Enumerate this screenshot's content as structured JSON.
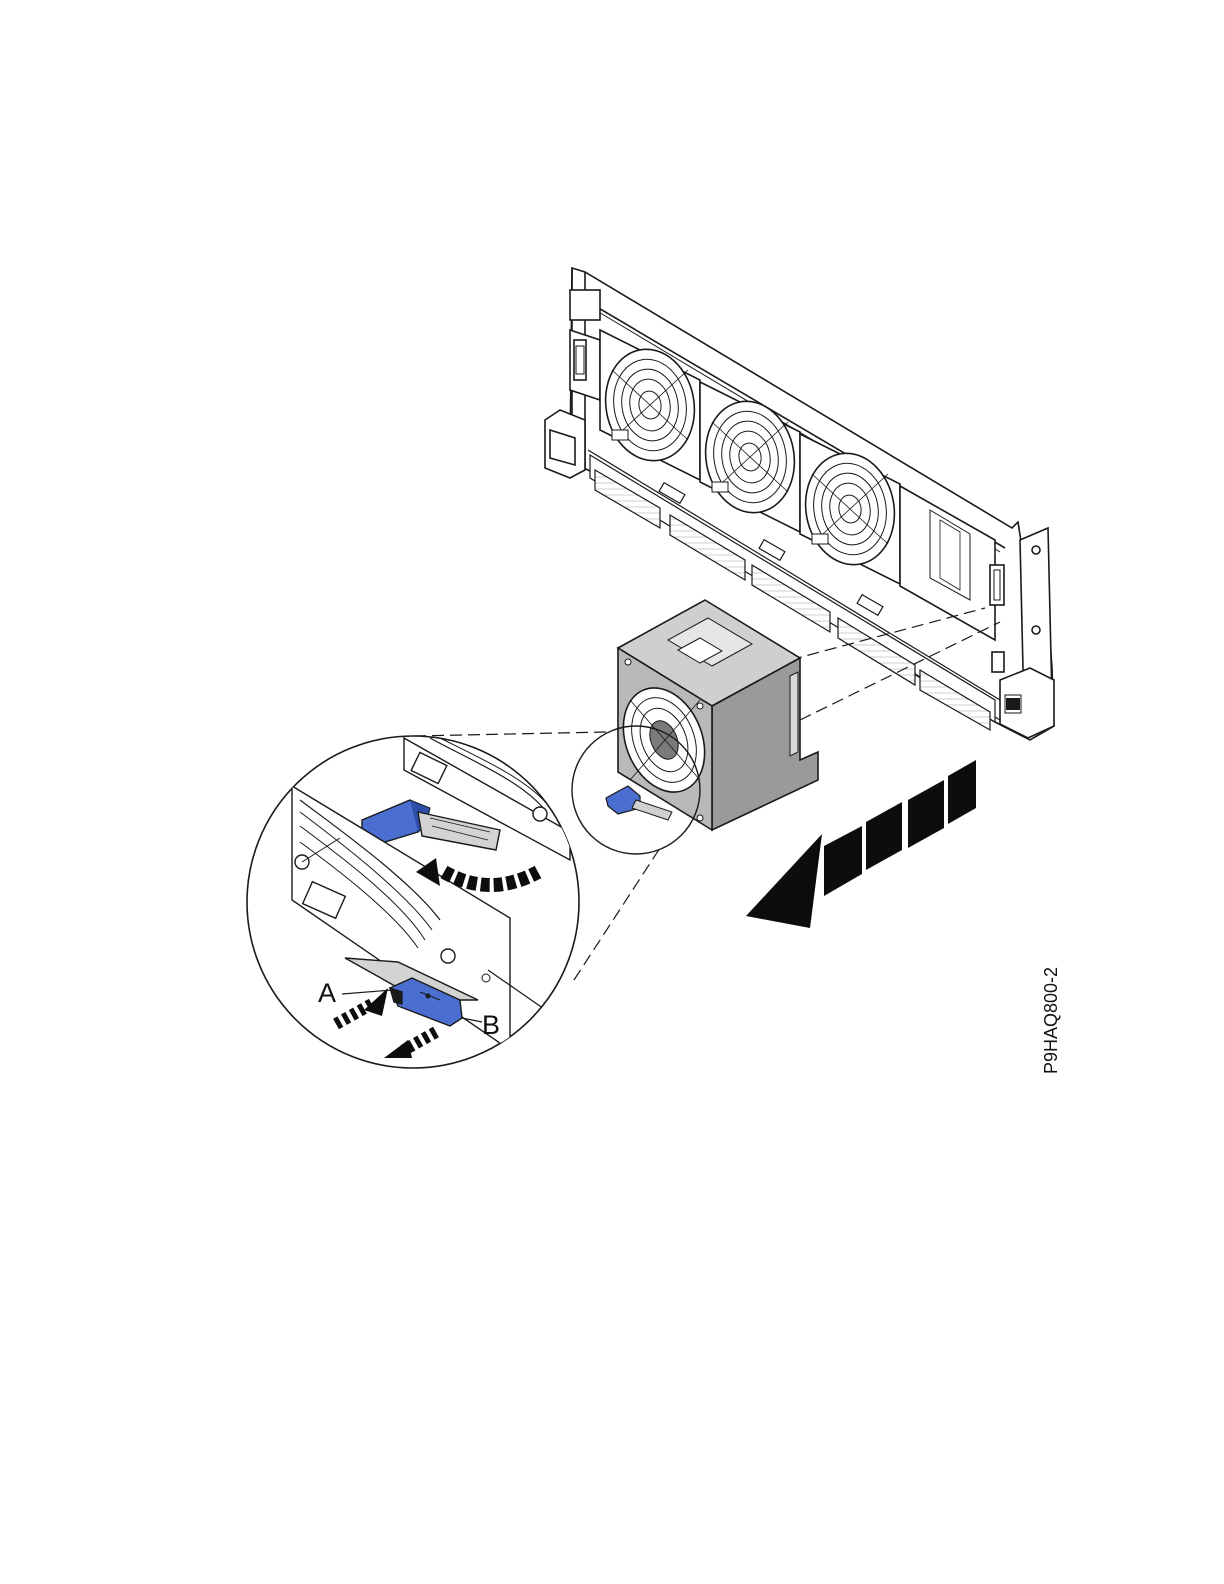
{
  "figure": {
    "callouts": {
      "a": "A",
      "b": "B"
    },
    "figure_id": "P9HAQ800-2",
    "colors": {
      "latch_blue": "#4a6fd0",
      "latch_blue_dark": "#2e4fa8",
      "fan_body_gray": "#b7b7b7",
      "fan_body_dark": "#8f8f8f",
      "line": "#1a1a1a",
      "arrow_fill": "#0d0d0d"
    }
  }
}
